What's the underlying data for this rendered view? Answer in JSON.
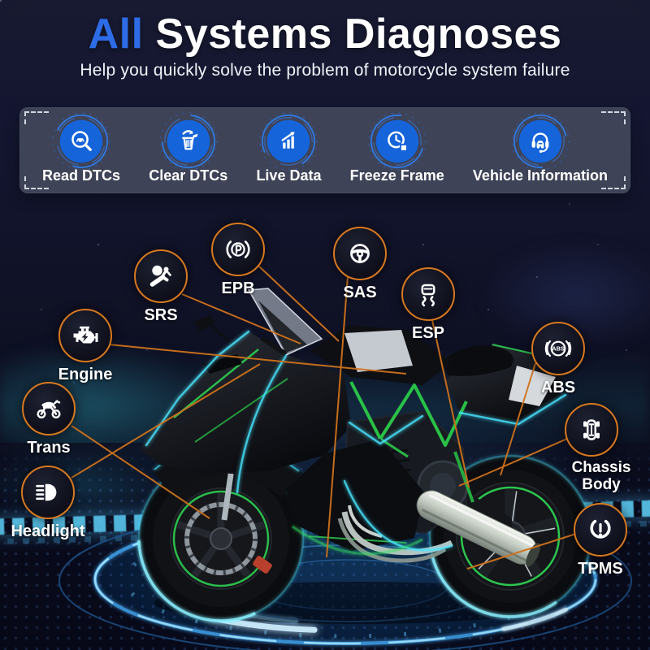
{
  "header": {
    "title_highlight": "All",
    "title_rest": " Systems Diagnoses",
    "subtitle": "Help you quickly solve the problem of motorcycle system failure"
  },
  "features": {
    "items": [
      {
        "label": "Read DTCs",
        "icon": "car-search-icon"
      },
      {
        "label": "Clear DTCs",
        "icon": "trash-arrow-icon"
      },
      {
        "label": "Live Data",
        "icon": "bar-chart-icon"
      },
      {
        "label": "Freeze Frame",
        "icon": "clock-frame-icon"
      },
      {
        "label": "Vehicle Information",
        "icon": "headset-car-icon"
      }
    ]
  },
  "callouts": {
    "srs": {
      "label": "SRS",
      "icon": "airbag-icon"
    },
    "epb": {
      "label": "EPB",
      "icon": "parking-brake-icon"
    },
    "sas": {
      "label": "SAS",
      "icon": "steering-wheel-icon"
    },
    "esp": {
      "label": "ESP",
      "icon": "traction-control-icon"
    },
    "abs": {
      "label": "ABS",
      "icon": "abs-brake-icon"
    },
    "engine": {
      "label": "Engine",
      "icon": "engine-icon"
    },
    "trans": {
      "label": "Trans",
      "icon": "motorcycle-icon"
    },
    "headlight": {
      "label": "Headlight",
      "icon": "headlight-icon"
    },
    "chassis": {
      "label": "Chassis Body",
      "icon": "chassis-top-view-icon"
    },
    "tpms": {
      "label": "TPMS",
      "icon": "tire-pressure-icon"
    }
  },
  "colors": {
    "accent_blue": "#2d6ce6",
    "icon_blue": "#1564da",
    "callout_orange": "#d8781f",
    "glow_cyan": "#49e9ff",
    "accent_green": "#2ecf52",
    "platform_blue": "#4fb8f5"
  }
}
